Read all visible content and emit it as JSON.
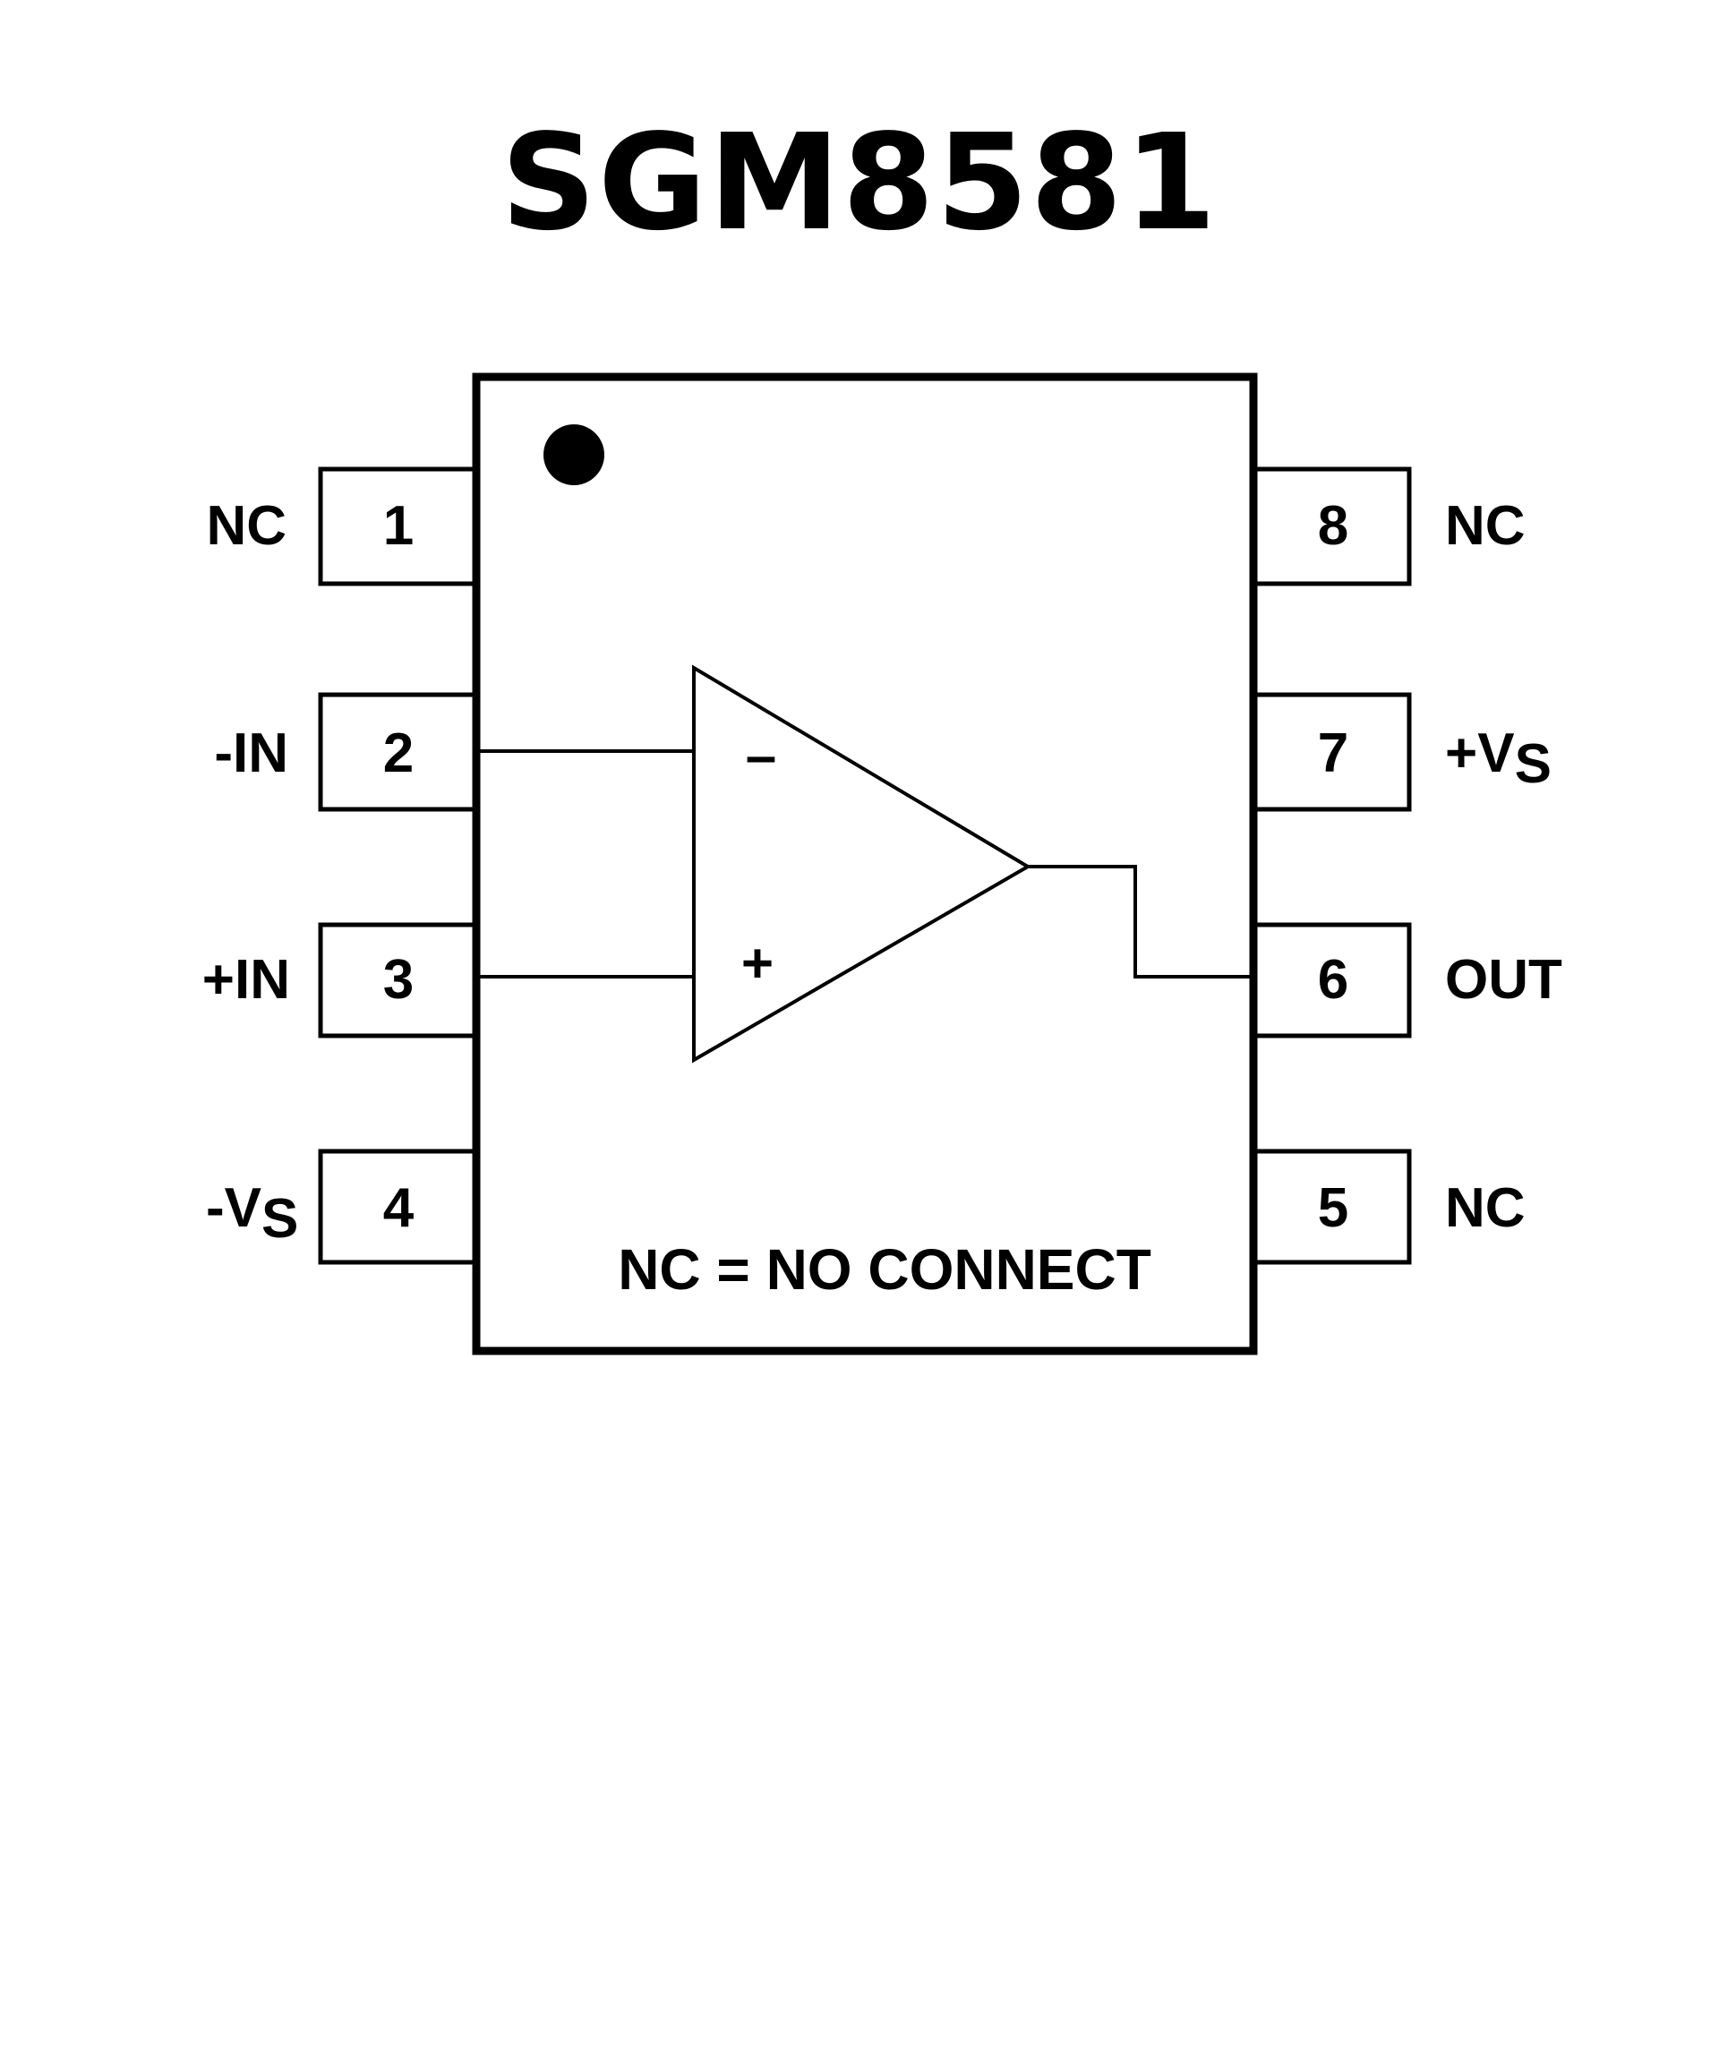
{
  "title": "SGM8581",
  "package": {
    "pin1_marker": "dot",
    "note": "NC = NO CONNECT",
    "left_pins": [
      {
        "number": "1",
        "name": "NC",
        "sub": ""
      },
      {
        "number": "2",
        "name": "-IN",
        "sub": ""
      },
      {
        "number": "3",
        "name": "+IN",
        "sub": ""
      },
      {
        "number": "4",
        "name": "-V",
        "sub": "S"
      }
    ],
    "right_pins": [
      {
        "number": "8",
        "name": "NC",
        "sub": ""
      },
      {
        "number": "7",
        "name": "+V",
        "sub": "S"
      },
      {
        "number": "6",
        "name": "OUT",
        "sub": ""
      },
      {
        "number": "5",
        "name": "NC",
        "sub": ""
      }
    ]
  },
  "opamp": {
    "inverting_symbol": "–",
    "noninverting_symbol": "+",
    "inverting_input_pin": "2",
    "noninverting_input_pin": "3",
    "output_pin": "6"
  },
  "colors": {
    "stroke": "#000000",
    "background": "#ffffff"
  }
}
